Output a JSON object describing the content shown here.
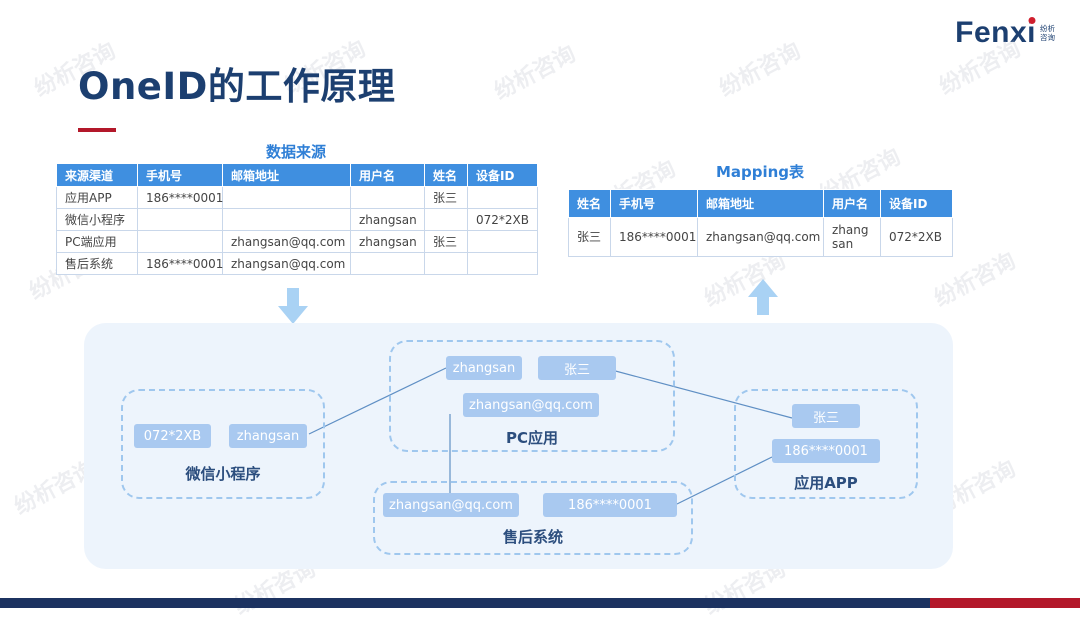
{
  "logo": {
    "word": "Fenx",
    "word_i": "i",
    "cn_line1": "纷析",
    "cn_line2": "咨询"
  },
  "watermark": "纷析咨询",
  "title": "OneID的工作原理",
  "source_table": {
    "caption": "数据来源",
    "headers": [
      "来源渠道",
      "手机号",
      "邮箱地址",
      "用户名",
      "姓名",
      "设备ID"
    ],
    "rows": [
      [
        "应用APP",
        "186****0001",
        "",
        "",
        "张三",
        ""
      ],
      [
        "微信小程序",
        "",
        "",
        "zhangsan",
        "",
        "072*2XB"
      ],
      [
        "PC端应用",
        "",
        "zhangsan@qq.com",
        "zhangsan",
        "张三",
        ""
      ],
      [
        "售后系统",
        "186****0001",
        "zhangsan@qq.com",
        "",
        "",
        ""
      ]
    ]
  },
  "mapping_table": {
    "caption": "Mapping表",
    "headers": [
      "姓名",
      "手机号",
      "邮箱地址",
      "用户名",
      "设备ID"
    ],
    "rows": [
      [
        "张三",
        "186****0001",
        "zhangsan@qq.com",
        "zhang san",
        "072*2XB"
      ]
    ]
  },
  "groups": {
    "wechat": {
      "label": "微信小程序",
      "device": "072*2XB",
      "username": "zhangsan"
    },
    "pc": {
      "label": "PC应用",
      "username": "zhangsan",
      "name": "张三",
      "email": "zhangsan@qq.com"
    },
    "app": {
      "label": "应用APP",
      "name": "张三",
      "phone": "186****0001"
    },
    "aftersales": {
      "label": "售后系统",
      "email": "zhangsan@qq.com",
      "phone": "186****0001"
    }
  },
  "colors": {
    "title": "#1c3f70",
    "caption": "#2f7fd6",
    "header": "#3f8fe0",
    "pill": "#a9c9f0",
    "group_border": "#9fc7ee",
    "arrow": "#a9d2f4",
    "accent_red": "#b3182a"
  }
}
